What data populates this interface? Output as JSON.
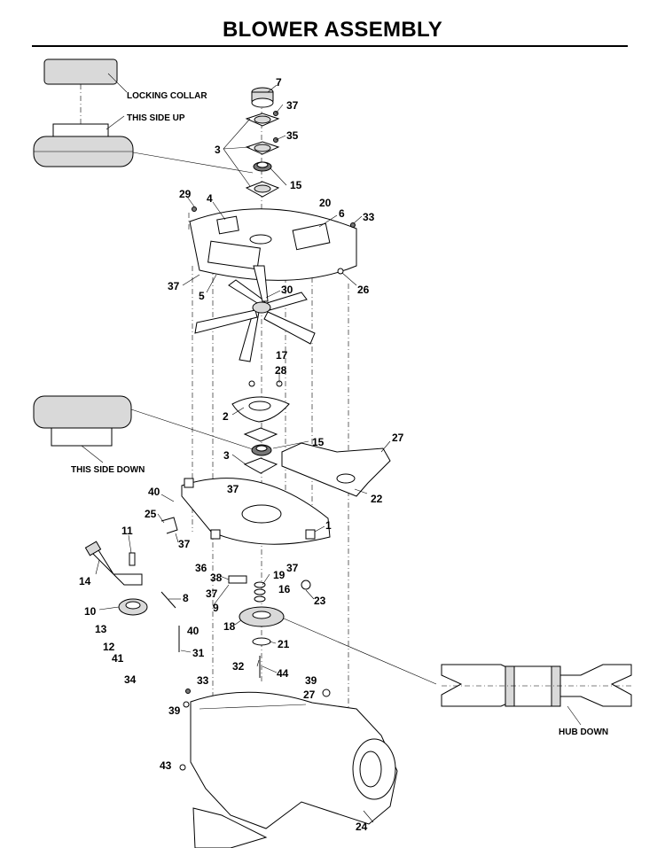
{
  "title": "BLOWER ASSEMBLY",
  "notes": {
    "locking_collar": "LOCKING COLLAR",
    "this_side_up": "THIS SIDE UP",
    "this_side_down": "THIS SIDE DOWN",
    "hub_down": "HUB DOWN"
  },
  "callouts": [
    "7",
    "37",
    "3",
    "35",
    "15",
    "29",
    "4",
    "20",
    "6",
    "33",
    "37",
    "5",
    "26",
    "30",
    "17",
    "28",
    "2",
    "15",
    "3",
    "37",
    "27",
    "22",
    "40",
    "25",
    "37",
    "1",
    "11",
    "36",
    "37",
    "14",
    "38",
    "19",
    "16",
    "23",
    "37",
    "9",
    "8",
    "10",
    "40",
    "13",
    "18",
    "21",
    "12",
    "41",
    "31",
    "34",
    "32",
    "44",
    "33",
    "39",
    "27",
    "39",
    "43",
    "24"
  ]
}
